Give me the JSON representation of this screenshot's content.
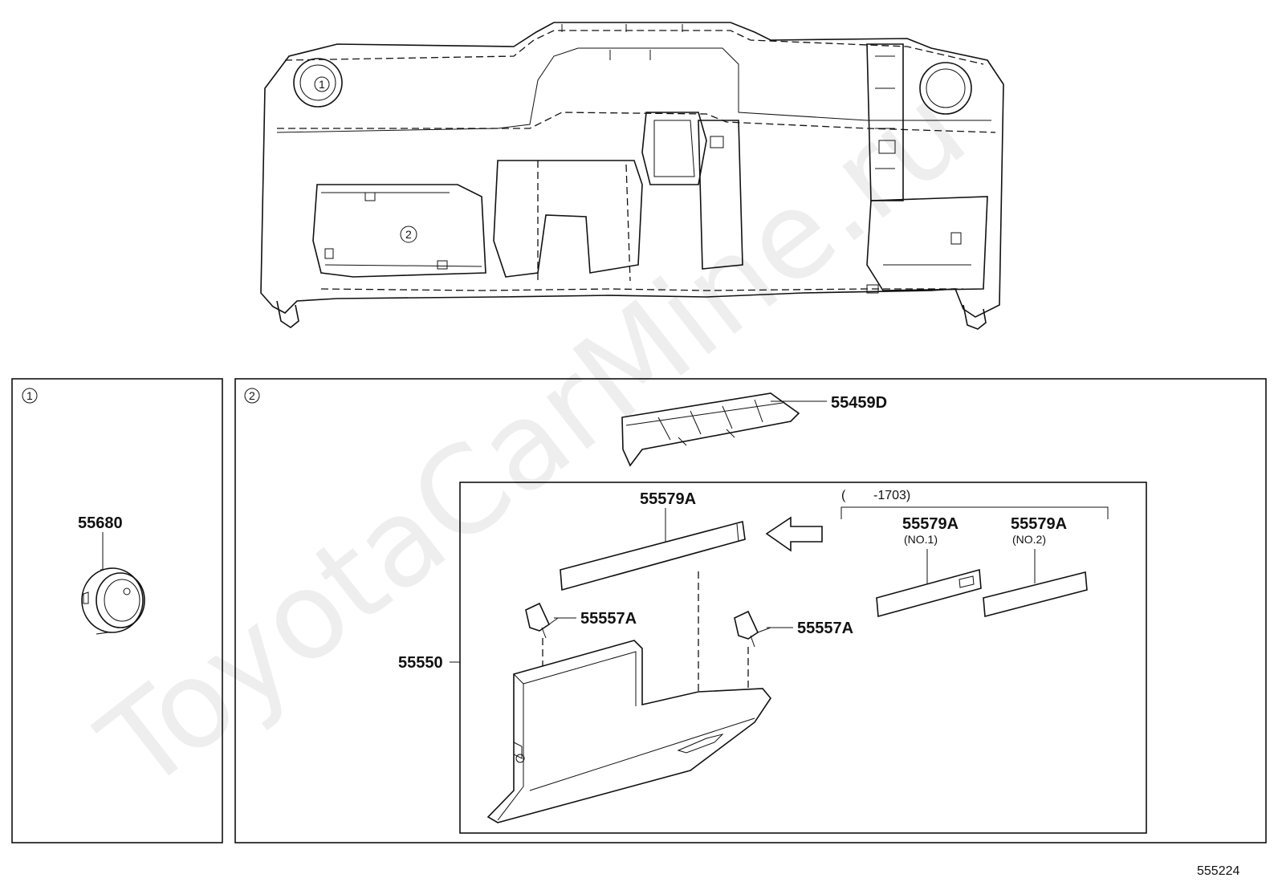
{
  "callouts": {
    "c1": "1",
    "c2": "2"
  },
  "panel1": {
    "label": "55680"
  },
  "panel2": {
    "top_part": "55459D",
    "glove_box": "55550",
    "strip_main": "55579A",
    "clip_left": "55557A",
    "clip_right": "55557A",
    "range_open": "(",
    "range_end": "-1703)",
    "strip_no1": "55579A",
    "strip_no1_sub": "(NO.1)",
    "strip_no2": "55579A",
    "strip_no2_sub": "(NO.2)"
  },
  "diagram_code": "555224",
  "watermark": "ToyotaCarMine.ru"
}
